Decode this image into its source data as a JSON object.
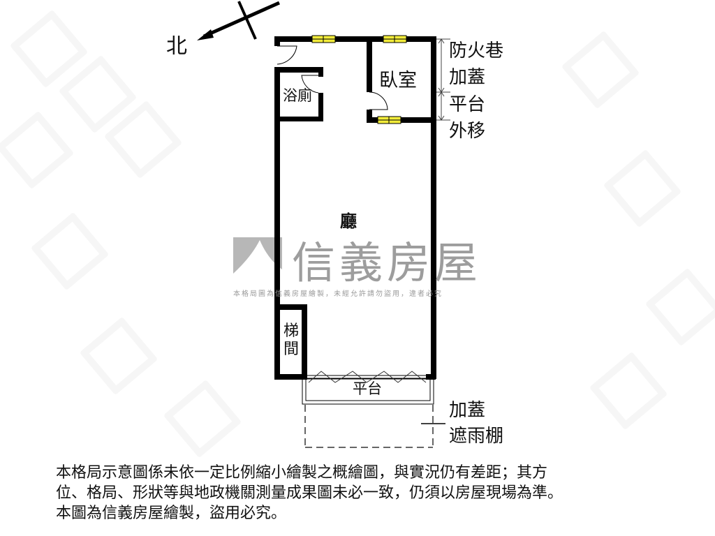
{
  "compass": {
    "label": "北",
    "icon": "north-arrow-icon"
  },
  "rooms": {
    "bathroom": "浴廁",
    "bedroom": "臥室",
    "living_room": "廳",
    "stairwell_line1": "梯",
    "stairwell_line2": "間",
    "balcony": "平台"
  },
  "annotations": {
    "fire_lane": [
      "防火巷",
      "加蓋",
      "平台",
      "外移"
    ],
    "rain_shelter": [
      "加蓋",
      "遮雨棚"
    ]
  },
  "watermark": {
    "brand": "信義房屋",
    "subtitle": "本格局圖為信義房屋繪製，未經允許請勿盜用，違者必究"
  },
  "disclaimer": {
    "lines": [
      "本格局示意圖係未依一定比例縮小繪製之概繪圖，與實況仍有差距；其方",
      "位、格局、形狀等與地政機關測量成果圖未必一致，仍須以房屋現場為準。",
      "本圖為信義房屋繪製，盜用必究。"
    ]
  },
  "colors": {
    "wall": "#000000",
    "window_fill": "#f2ec3a",
    "watermark_gray": "#8c8c8c",
    "background": "#ffffff"
  }
}
